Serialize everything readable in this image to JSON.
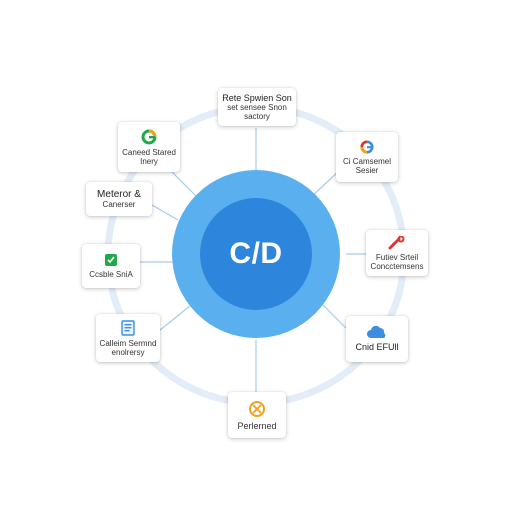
{
  "hub": {
    "label": "C/D"
  },
  "colors": {
    "ring": "#e3edf8",
    "hub_outer": "#5ab0ee",
    "hub_inner": "#2d86dc",
    "connector": "#a9cbee",
    "accent_green": "#21a84a",
    "accent_orange": "#f0a21e",
    "accent_red": "#e0362d",
    "accent_blue": "#3c8fe0"
  },
  "nodes": {
    "top": {
      "line1": "Rete Spwien Son",
      "line2": "set sensee Snon",
      "line3": "sactory",
      "icon": "none"
    },
    "top_left": {
      "icon": "google-g-icon",
      "line1": "Caneed Stared",
      "line2": "Inery"
    },
    "top_right": {
      "icon": "google-g-icon",
      "line1": "Ci Camsemel",
      "line2": "Sesier"
    },
    "mid_left": {
      "line1": "Meteror &",
      "line2": "Canerser"
    },
    "right": {
      "icon": "key-icon",
      "line1": "Futiev Srteil",
      "line2": "Concctemsens"
    },
    "left": {
      "icon": "green-app-icon",
      "line1": "Ccsble SniA"
    },
    "bottom_left": {
      "icon": "document-icon",
      "line1": "Calleim Sermnd",
      "line2": "enolrersy"
    },
    "bottom_right": {
      "icon": "cloud-icon",
      "line1": "Cnid EFUll"
    },
    "bottom": {
      "icon": "gear-cross-icon",
      "line1": "Perlerned"
    }
  }
}
